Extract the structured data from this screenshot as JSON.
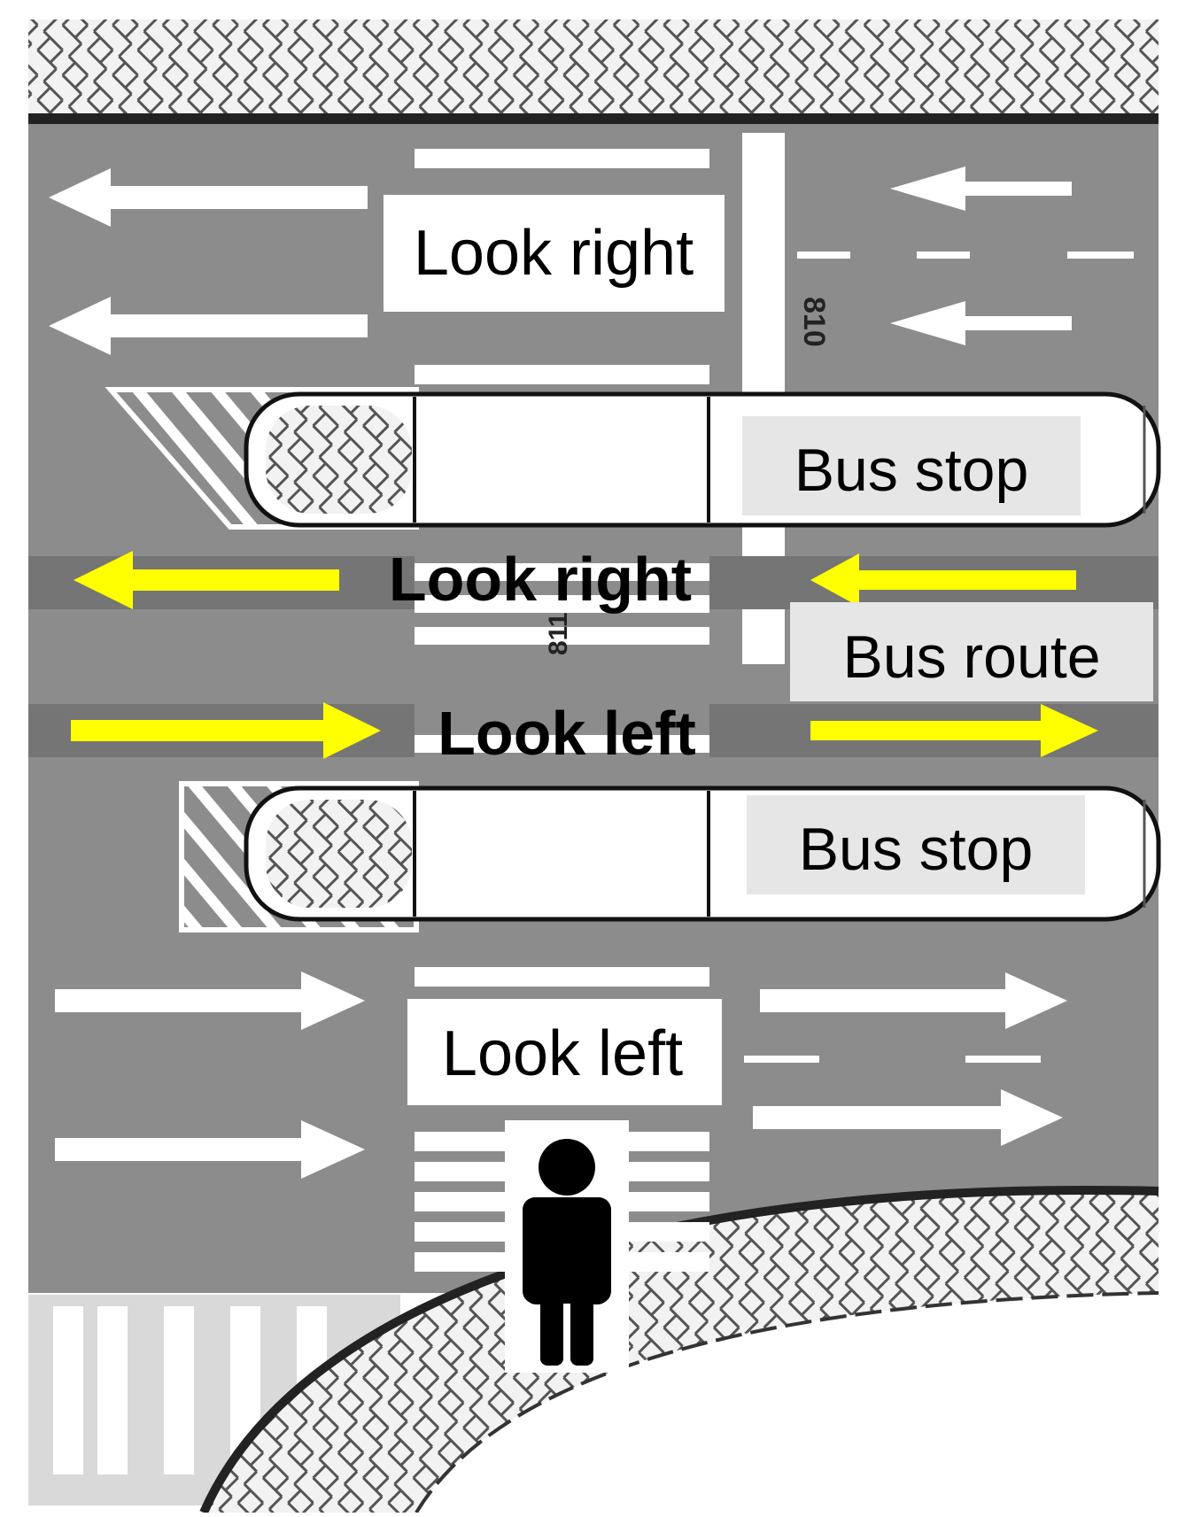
{
  "labels": {
    "look_right_top": "Look right",
    "bus_stop_upper": "Bus stop",
    "look_right_lane": "Look right",
    "bus_route": "Bus route",
    "look_left_lane": "Look left",
    "bus_stop_lower": "Bus stop",
    "look_left_bottom": "Look left"
  },
  "road_markings": {
    "code_upper": "810",
    "code_middle": "811"
  },
  "colors": {
    "road": "#8c8c8c",
    "bus_lane": "#757575",
    "marking": "#ffffff",
    "bus_arrow": "#ffff00",
    "label_box": "#ffffff",
    "bus_label_box": "#e6e6e6",
    "pedestrian": "#000000",
    "pavement": "#f2f2f2"
  },
  "icons": {
    "pedestrian": "pedestrian-icon"
  }
}
